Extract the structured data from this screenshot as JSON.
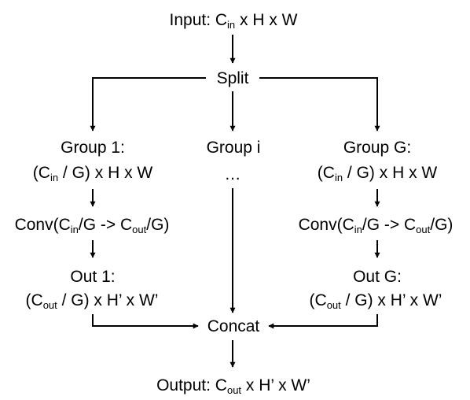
{
  "colors": {
    "text": "#000000",
    "line": "#000000",
    "background": "#ffffff"
  },
  "input": {
    "pre": "Input: C",
    "sub": "in",
    "post": " x H x W"
  },
  "split": "Split",
  "groups": {
    "first": {
      "title": "Group 1:",
      "shape": {
        "a": "(C",
        "sub": "in",
        "b": " / G) x H x W"
      },
      "conv": {
        "a": "Conv(C",
        "sub1": "in",
        "b": "/G -> C",
        "sub2": "out",
        "c": "/G)"
      },
      "out_title": "Out 1:",
      "out_shape": {
        "a": "(C",
        "sub": "out",
        "b": " / G) x H’ x W’"
      }
    },
    "middle": {
      "title": "Group i",
      "ellipsis": "…"
    },
    "last": {
      "title": "Group G:",
      "shape": {
        "a": "(C",
        "sub": "in",
        "b": " / G) x H x W"
      },
      "conv": {
        "a": "Conv(C",
        "sub1": "in",
        "b": "/G -> C",
        "sub2": "out",
        "c": "/G)"
      },
      "out_title": "Out G:",
      "out_shape": {
        "a": "(C",
        "sub": "out",
        "b": " / G) x H’ x W’"
      }
    }
  },
  "concat": "Concat",
  "output": {
    "pre": "Output: C",
    "sub": "out",
    "post": " x H’ x W’"
  }
}
